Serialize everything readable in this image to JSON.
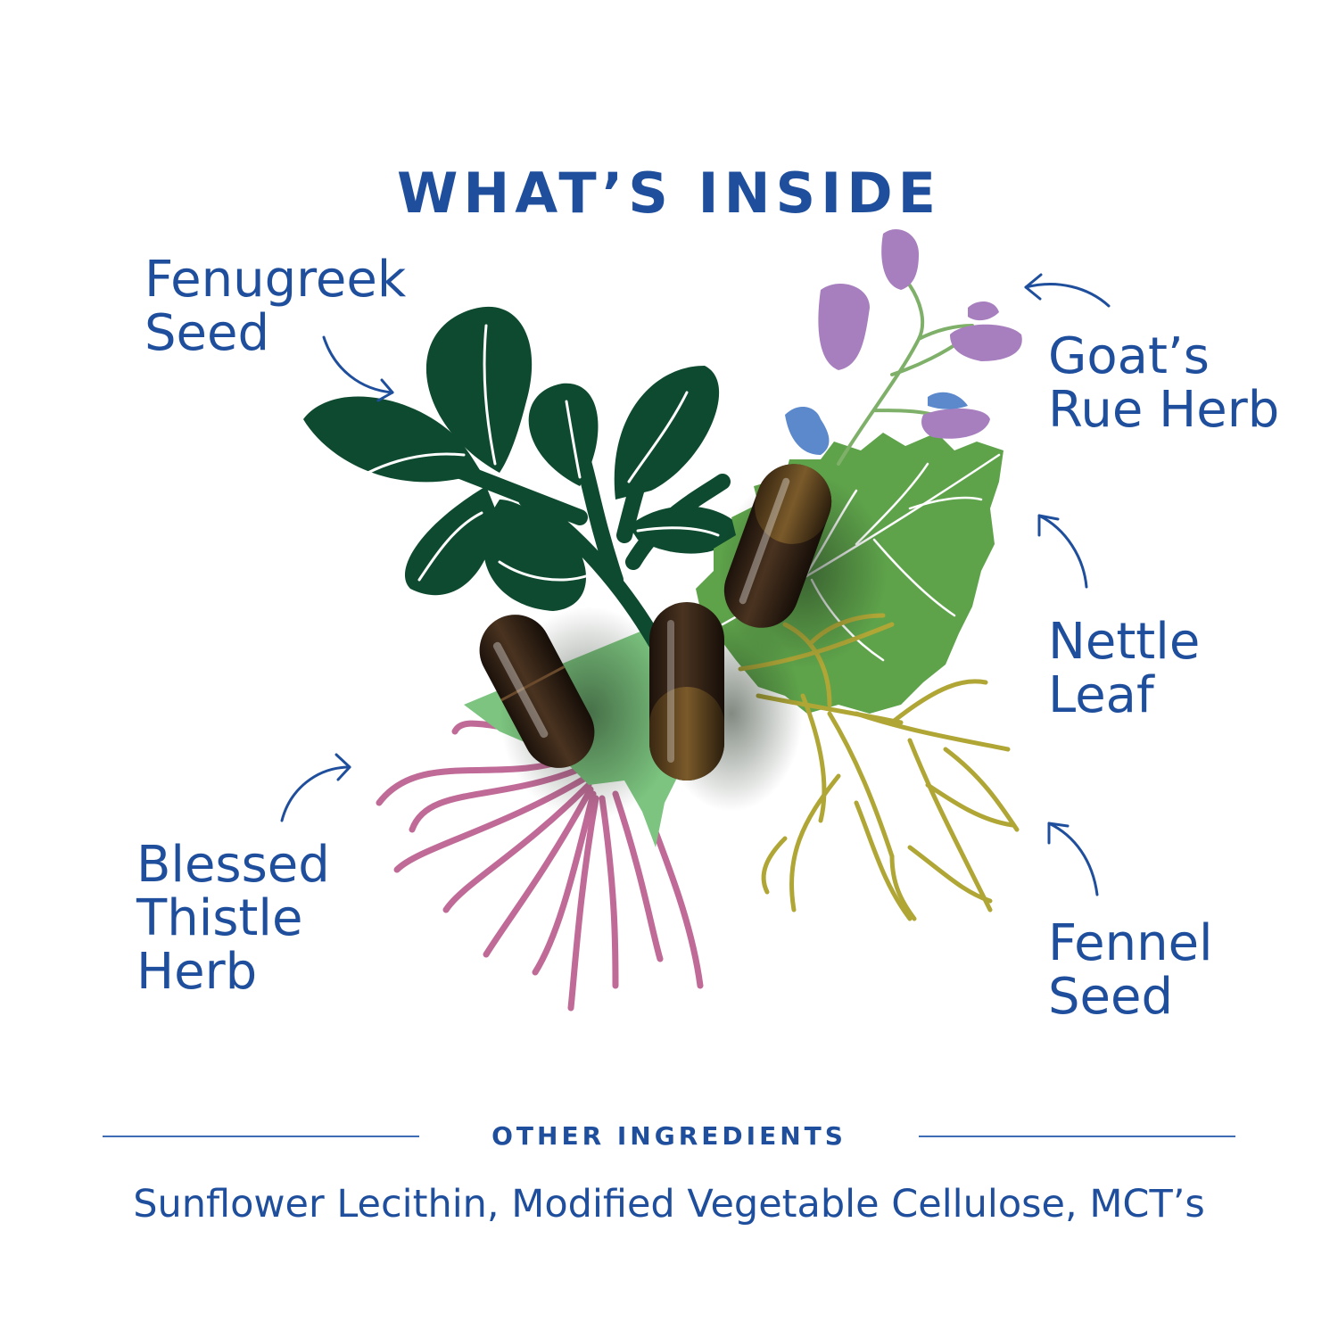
{
  "heading": "WHAT’S INSIDE",
  "ingredients": {
    "fenugreek": [
      "Fenugreek",
      "Seed"
    ],
    "goats_rue": [
      "Goat’s",
      "Rue Herb"
    ],
    "nettle": [
      "Nettle",
      "Leaf"
    ],
    "blessed_thistle": [
      "Blessed",
      "Thistle",
      "Herb"
    ],
    "fennel": [
      "Fennel",
      "Seed"
    ]
  },
  "other_ingredients": {
    "title": "OTHER INGREDIENTS",
    "list": "Sunflower Lecithin, Modified Vegetable Cellulose, MCT’s"
  },
  "colors": {
    "text_blue": "#1f4f9c",
    "fenugreek_green": "#0e4a2f",
    "nettle_green": "#5ea34a",
    "thistle_green": "#7cc47f",
    "thistle_pink": "#c06a97",
    "fennel_olive": "#b0a636",
    "goats_rue_purple": "#a77fbe",
    "goats_rue_blue": "#5b89cc",
    "capsule_dark": "#2a1b12"
  }
}
